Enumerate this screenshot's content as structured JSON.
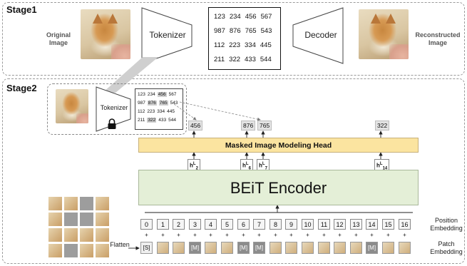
{
  "stage1": {
    "title": "Stage1",
    "original_label_1": "Original",
    "original_label_2": "Image",
    "tokenizer_label": "Tokenizer",
    "decoder_label": "Decoder",
    "reconstructed_label_1": "Reconstructed",
    "reconstructed_label_2": "Image",
    "codes": [
      [
        "123",
        "234",
        "456",
        "567"
      ],
      [
        "987",
        "876",
        "765",
        "543"
      ],
      [
        "112",
        "223",
        "334",
        "445"
      ],
      [
        "211",
        "322",
        "433",
        "544"
      ]
    ]
  },
  "stage2": {
    "title": "Stage2",
    "tokenizer_label": "Tokenizer",
    "mini_codes": [
      [
        "123",
        "234",
        "456",
        "567"
      ],
      [
        "987",
        "876",
        "765",
        "543"
      ],
      [
        "112",
        "223",
        "334",
        "445"
      ],
      [
        "211",
        "322",
        "433",
        "544"
      ]
    ],
    "predicted_tokens": [
      "456",
      "876",
      "765",
      "322"
    ],
    "mim_head_label": "Masked Image Modeling Head",
    "encoder_label": "BEiT Encoder",
    "hidden_states": [
      {
        "base": "h",
        "sup": "L",
        "sub": "2"
      },
      {
        "base": "h",
        "sup": "L",
        "sub": "6"
      },
      {
        "base": "h",
        "sup": "L",
        "sub": "7"
      },
      {
        "base": "h",
        "sup": "L",
        "sub": "14"
      }
    ],
    "positions": [
      "0",
      "1",
      "2",
      "3",
      "4",
      "5",
      "6",
      "7",
      "8",
      "9",
      "10",
      "11",
      "12",
      "13",
      "14",
      "15",
      "16"
    ],
    "plus_sign": "+",
    "patches": [
      "[S]",
      "",
      "",
      "[M]",
      "",
      "",
      "[M]",
      "[M]",
      "",
      "",
      "",
      "",
      "",
      "",
      "[M]",
      "",
      ""
    ],
    "flatten_label": "Flatten",
    "position_embedding_1": "Position",
    "position_embedding_2": "Embedding",
    "patch_embedding_1": "Patch",
    "patch_embedding_2": "Embedding"
  },
  "colors": {
    "mim_head": "#fbe4a0",
    "encoder": "#e4efd7",
    "mask": "#8c8c8c"
  }
}
